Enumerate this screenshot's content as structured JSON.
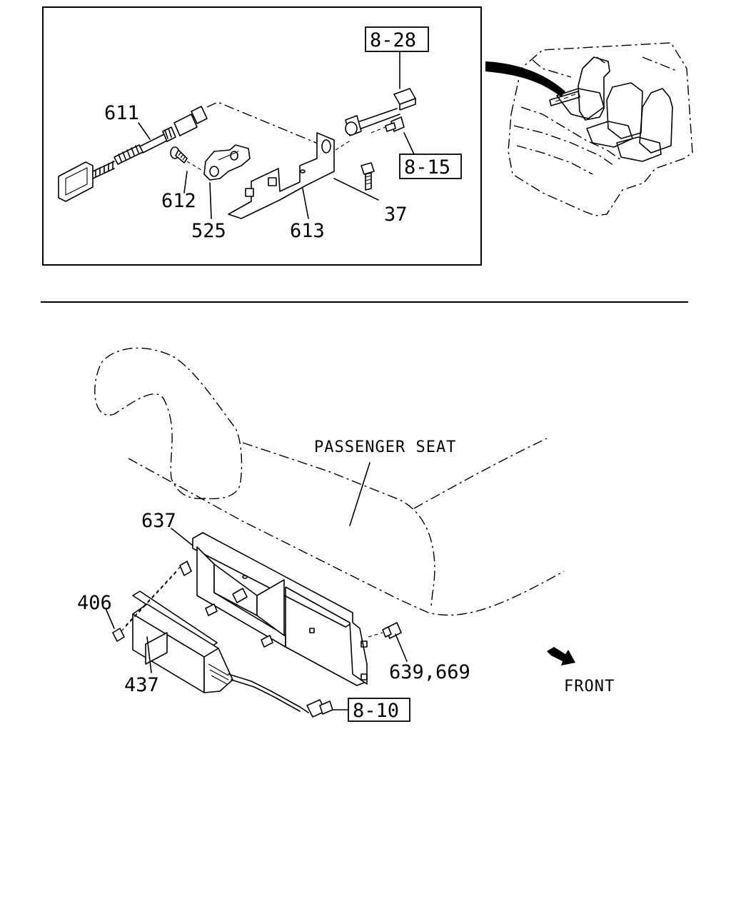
{
  "top_panel": {
    "callouts": {
      "c611": "611",
      "c612": "612",
      "c525": "525",
      "c613": "613",
      "c37": "37"
    },
    "refs": {
      "r828": "8-28",
      "r815": "8-15"
    }
  },
  "bottom_panel": {
    "seat_label": "PASSENGER SEAT",
    "callouts": {
      "c637": "637",
      "c406": "406",
      "c437": "437",
      "c639": "639,669"
    },
    "refs": {
      "r810": "8-10"
    },
    "front_label": "FRONT"
  }
}
